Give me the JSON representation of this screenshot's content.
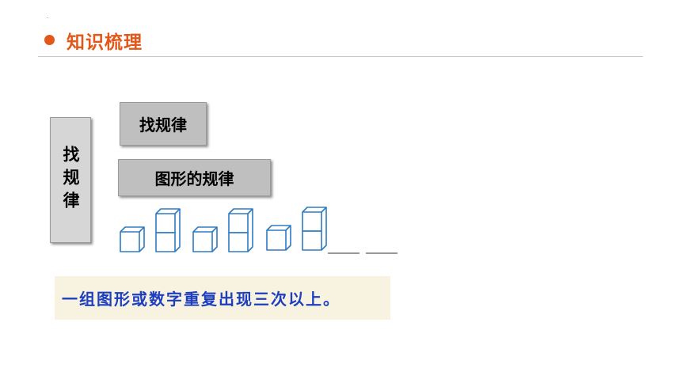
{
  "header": {
    "title": "知识梳理",
    "accent_color": "#e2581a"
  },
  "side_label": "找规律",
  "box_find_rule": "找规律",
  "box_shape_rule": "图形的规律",
  "pattern": {
    "sequence": [
      "1-cube",
      "2-cube-stack",
      "1-cube",
      "2-cube-stack",
      "1-cube",
      "2-cube-stack",
      "blank",
      "blank"
    ],
    "cube_color": "#2e7bc4"
  },
  "rule_text": "一组图形或数字重复出现三次以上。"
}
